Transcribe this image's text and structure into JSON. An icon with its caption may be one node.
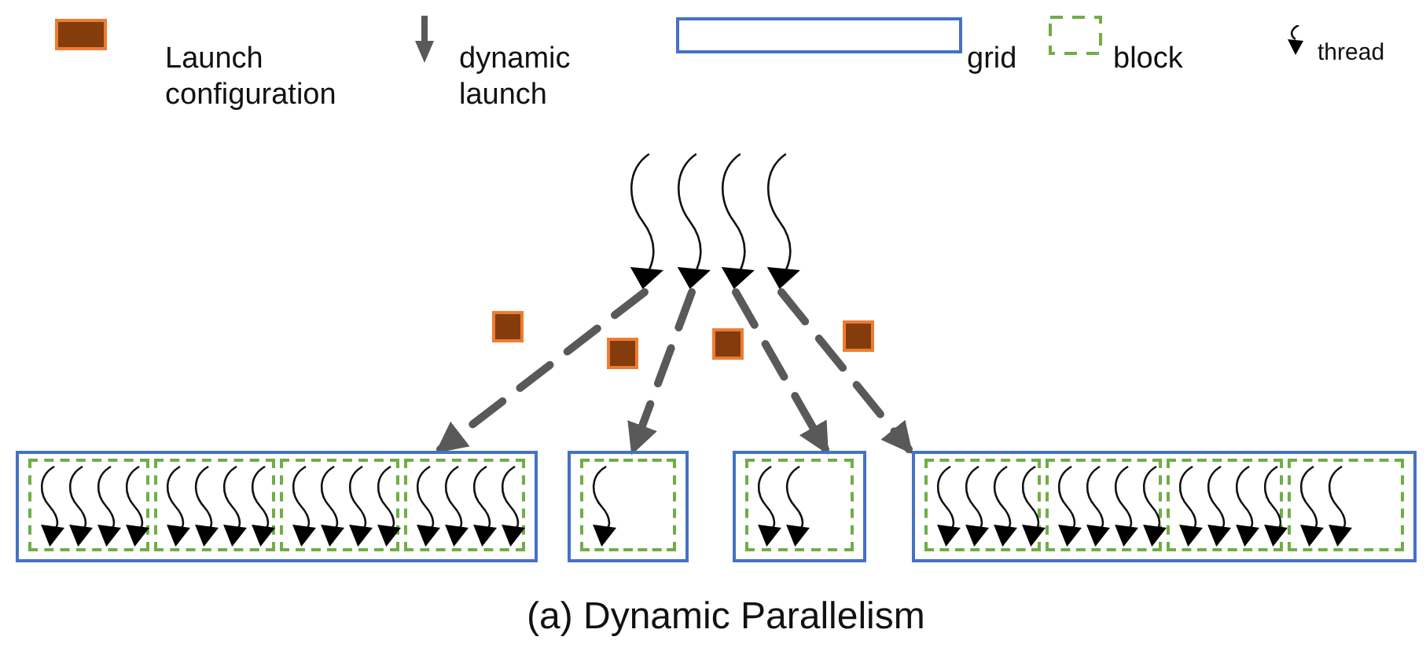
{
  "diagram": {
    "caption": "(a) Dynamic Parallelism",
    "nodes": [
      {
        "text": [],
        "shape": "arrow"
      },
      {
        "text": [],
        "shape": "arrow"
      },
      {
        "text": [],
        "shape": "arrow"
      },
      {
        "text": [],
        "shape": "arrow"
      },
      {
        "text": [],
        "shape": "box"
      },
      {
        "text": [],
        "shape": "box"
      },
      {
        "text": [],
        "shape": "box"
      },
      {
        "text": [],
        "shape": "box"
      },
      {
        "text": [],
        "shape": "box"
      },
      {
        "text": [],
        "shape": "box",
        "in": 8
      },
      {
        "text": [],
        "shape": "arrow",
        "in": 9
      },
      {
        "text": [],
        "shape": "arrow",
        "in": 9
      },
      {
        "text": [],
        "shape": "arrow",
        "in": 9
      },
      {
        "text": [],
        "shape": "arrow",
        "in": 9
      },
      {
        "text": [],
        "shape": "box",
        "in": 8
      },
      {
        "text": [],
        "shape": "arrow",
        "in": 14
      },
      {
        "text": [],
        "shape": "arrow",
        "in": 14
      },
      {
        "text": [],
        "shape": "arrow",
        "in": 14
      },
      {
        "text": [],
        "shape": "arrow",
        "in": 14
      },
      {
        "text": [],
        "shape": "box",
        "in": 8
      },
      {
        "text": [],
        "shape": "arrow",
        "in": 19
      },
      {
        "text": [],
        "shape": "arrow",
        "in": 19
      },
      {
        "text": [],
        "shape": "arrow",
        "in": 19
      },
      {
        "text": [],
        "shape": "arrow",
        "in": 19
      },
      {
        "text": [],
        "shape": "box",
        "in": 8
      },
      {
        "text": [],
        "shape": "arrow",
        "in": 24
      },
      {
        "text": [],
        "shape": "arrow",
        "in": 24
      },
      {
        "text": [],
        "shape": "arrow",
        "in": 24
      },
      {
        "text": [],
        "shape": "arrow",
        "in": 24
      },
      {
        "text": [],
        "shape": "box"
      },
      {
        "text": [],
        "shape": "box",
        "in": 29
      },
      {
        "text": [],
        "shape": "arrow",
        "in": 30
      },
      {
        "text": [],
        "shape": "box"
      },
      {
        "text": [],
        "shape": "box",
        "in": 32
      },
      {
        "text": [],
        "shape": "arrow",
        "in": 33
      },
      {
        "text": [],
        "shape": "arrow",
        "in": 33
      },
      {
        "text": [],
        "shape": "box"
      },
      {
        "text": [],
        "shape": "box",
        "in": 36
      },
      {
        "text": [],
        "shape": "arrow",
        "in": 37
      },
      {
        "text": [],
        "shape": "arrow",
        "in": 37
      },
      {
        "text": [],
        "shape": "arrow",
        "in": 37
      },
      {
        "text": [],
        "shape": "arrow",
        "in": 37
      },
      {
        "text": [],
        "shape": "box",
        "in": 36
      },
      {
        "text": [],
        "shape": "arrow",
        "in": 42
      },
      {
        "text": [],
        "shape": "arrow",
        "in": 42
      },
      {
        "text": [],
        "shape": "arrow",
        "in": 42
      },
      {
        "text": [],
        "shape": "arrow",
        "in": 42
      },
      {
        "text": [],
        "shape": "box",
        "in": 36
      },
      {
        "text": [],
        "shape": "arrow",
        "in": 47
      },
      {
        "text": [],
        "shape": "arrow",
        "in": 47
      },
      {
        "text": [],
        "shape": "arrow",
        "in": 47
      },
      {
        "text": [],
        "shape": "arrow",
        "in": 47
      },
      {
        "text": [],
        "shape": "box",
        "in": 36
      },
      {
        "text": [],
        "shape": "arrow",
        "in": 52
      },
      {
        "text": [],
        "shape": "arrow",
        "in": 52
      }
    ],
    "edges": [
      {
        "from": 0,
        "to": 8,
        "arrow": "to",
        "style": "dashed"
      },
      {
        "from": 1,
        "to": 29,
        "arrow": "to",
        "style": "dashed"
      },
      {
        "from": 2,
        "to": 32,
        "arrow": "to",
        "style": "dashed"
      },
      {
        "from": 3,
        "to": 36,
        "arrow": "to",
        "style": "dashed"
      }
    ],
    "legend": [
      {
        "text": "Launch configuration",
        "color": "#843c0c"
      },
      {
        "text": "dynamic launch"
      },
      {
        "text": "grid"
      },
      {
        "text": "block"
      },
      {
        "text": "thread"
      }
    ]
  }
}
